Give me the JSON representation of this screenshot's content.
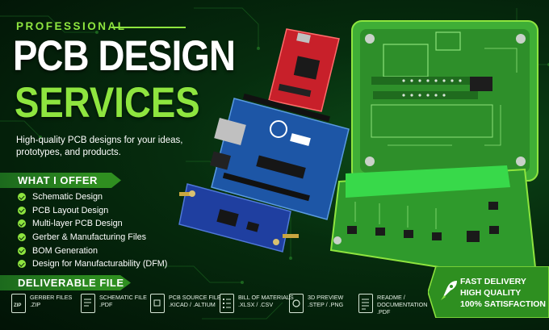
{
  "header": {
    "eyebrow": "PROFESSIONAL",
    "title_line1": "PCB DESIGN",
    "title_line2": "SERVICES",
    "tagline": "High-quality PCB designs for your ideas, prototypes, and products."
  },
  "offer": {
    "heading": "WHAT I OFFER",
    "items": [
      "Schematic Design",
      "PCB Layout Design",
      "Multi-layer PCB Design",
      "Gerber & Manufacturing Files",
      "BOM Generation",
      "Design for Manufacturability (DFM)"
    ]
  },
  "deliverables": {
    "heading": "DELIVERABLE FILE",
    "items": [
      {
        "icon": "zip-file-icon",
        "line1": "GERBER FILES",
        "line2": ".ZIP",
        "line3": ""
      },
      {
        "icon": "schematic-file-icon",
        "line1": "SCHEMATIC FILE",
        "line2": ".PDF",
        "line3": ""
      },
      {
        "icon": "pcb-source-file-icon",
        "line1": "PCB SOURCE FILE",
        "line2": ".KICAD / .ALTIUM",
        "line3": ""
      },
      {
        "icon": "bill-of-materials-icon",
        "line1": "BILL OF MATERIALS",
        "line2": ".XLSX / .CSV",
        "line3": ""
      },
      {
        "icon": "3d-preview-icon",
        "line1": "3D PREVIEW",
        "line2": ".STEP / .PNG",
        "line3": ""
      },
      {
        "icon": "readme-document-icon",
        "line1": "README /",
        "line2": "DOCUMENTATION",
        "line3": ".PDF"
      }
    ]
  },
  "badge": {
    "icon": "rocket-icon",
    "line1": "FAST DELIVERY",
    "line2": "HIGH QUALITY",
    "line3": "100% SATISFACTION"
  },
  "colors": {
    "accent": "#8ee53f",
    "background": "#062d0e",
    "pcb_green": "#2e8f2a",
    "pcb_red": "#c8202a",
    "pcb_blue": "#1f3fa0"
  }
}
